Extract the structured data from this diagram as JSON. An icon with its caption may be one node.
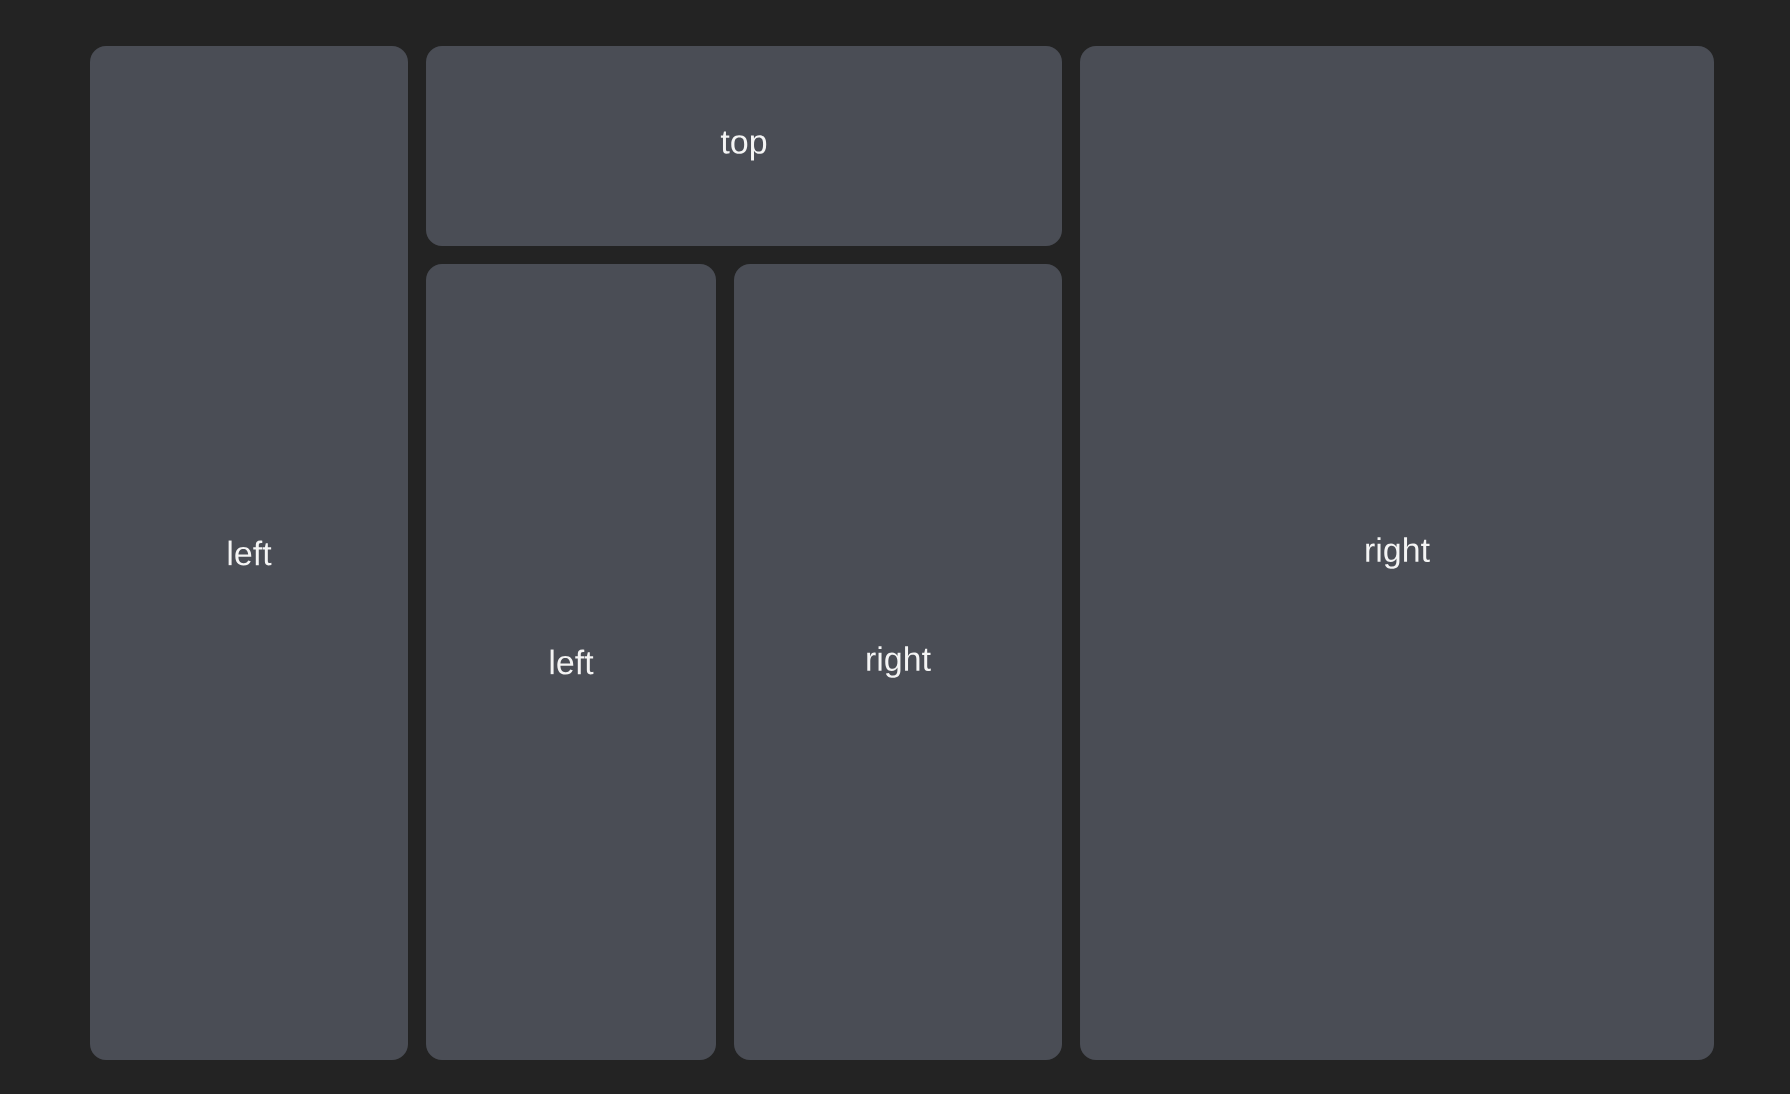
{
  "diagram": {
    "nodes": [
      {
        "text": [
          "left"
        ]
      },
      {
        "text": [
          "top"
        ]
      },
      {
        "text": [
          "left"
        ]
      },
      {
        "text": [
          "right"
        ]
      },
      {
        "text": [
          "right"
        ]
      }
    ]
  }
}
